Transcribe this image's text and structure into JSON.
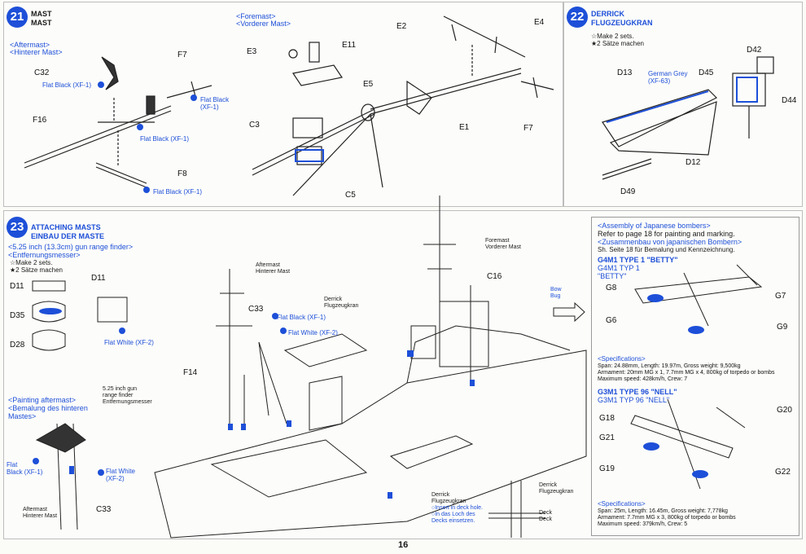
{
  "page_number": "16",
  "colors": {
    "accent": "#1d4fd8",
    "line": "#222222"
  },
  "step21": {
    "number": "21",
    "title_en": "MAST",
    "title_de": "MAST",
    "aftermast_en": "<Aftermast>",
    "aftermast_de": "<Hinterer Mast>",
    "foremast_en": "<Foremast>",
    "foremast_de": "<Vorderer Mast>",
    "parts": {
      "C32": "C32",
      "F7a": "F7",
      "F16": "F16",
      "F8": "F8",
      "E3": "E3",
      "E11": "E11",
      "E5": "E5",
      "C3": "C3",
      "C5": "C5",
      "E2": "E2",
      "E4": "E4",
      "E1": "E1",
      "F7b": "F7"
    },
    "paint_flat_black_xf1a": "Flat Black (XF-1)",
    "paint_flat_black_f1": "Flat Black\n(XF-1)",
    "paint_flat_black_xf1b": "Flat Black (XF-1)",
    "paint_flat_black_xf1c": "Flat Black (XF-1)"
  },
  "step22": {
    "number": "22",
    "title_en": "DERRICK",
    "title_de": "FLUGZEUGKRAN",
    "make2_en": "☆Make 2 sets.",
    "make2_de": "★2 Sätze machen",
    "paint_german_grey": "German Grey\n(XF-63)",
    "parts": {
      "D42": "D42",
      "D13": "D13",
      "D45": "D45",
      "D44": "D44",
      "D12": "D12",
      "D49": "D49"
    }
  },
  "step23": {
    "number": "23",
    "title_en": "ATTACHING MASTS",
    "title_de": "EINBAU DER MASTE",
    "rangefinder_en": "<5.25 inch (13.3cm) gun range finder>",
    "rangefinder_de": "<Entfernungsmesser>",
    "make2_en": "☆Make 2 sets.",
    "make2_de": "★2 Sätze machen",
    "painting_aftermast_en": "<Painting aftermast>",
    "painting_aftermast_de": "<Bemalung des hinteren\nMastes>",
    "parts": {
      "D11a": "D11",
      "D11b": "D11",
      "D35": "D35",
      "D28": "D28",
      "C33a": "C33",
      "F14": "F14",
      "C16": "C16",
      "C33b": "C33"
    },
    "flat_white_xf2a": "Flat White (XF-2)",
    "flat_black_xf1": "Flat Black (XF-1)",
    "flat_white_xf2b": "Flat White (XF-2)",
    "flat_black_kf1": "Flat\nBlack (XF-1)",
    "flat_white_xf2c": "Flat White\n(XF-2)",
    "aftermast_label": "Aftermast\nHinterer Mast",
    "aftermast_label2": "Aftermast\nHinterer Mast",
    "foremast_label": "Foremast\nVorderer Mast",
    "derrick_label": "Derrick\nFlugzeugkran",
    "rangefinder_label": "5.25 inch gun\nrange finder\nEntfernungsmesser",
    "derrick_label2": "Derrick\nFlugzeugkran",
    "insert_label": "○Insert in deck hole.\n○In das Loch des\nDecks einsetzen.",
    "derrick_label3": "Derrick\nFlugzeugkran",
    "deck_label": "Deck\nDeck",
    "bow_label": "Bow\nBug"
  },
  "bombers": {
    "header_en": "<Assembly of Japanese bombers>",
    "header_en2": "Refer to page 18 for painting and marking.",
    "header_de": "<Zusammenbau von japanischen Bombern>",
    "header_de2": "Sh. Seite 18 für Bemalung und Kennzeichnung.",
    "betty_title": "G4M1 TYPE 1 \"BETTY\"",
    "betty_title2": "G4M1 TYP 1\n\"BETTY\"",
    "betty_parts": {
      "G8": "G8",
      "G7": "G7",
      "G6": "G6",
      "G9": "G9"
    },
    "betty_spec_title": "<Specifications>",
    "betty_spec": "Span: 24.88mm, Length: 19.97m, Gross weight: 9,500kg\nArmament: 20mm MG x 1, 7.7mm MG x 4, 800kg of torpedo or bombs\nMaximum speed: 428km/h, Crew: 7",
    "nell_title": "G3M1 TYPE 96 \"NELL\"",
    "nell_title2": "G3M1 TYP 96 \"NELL\"",
    "nell_parts": {
      "G20": "G20",
      "G18": "G18",
      "G21": "G21",
      "G19": "G19",
      "G22": "G22"
    },
    "nell_spec_title": "<Specifications>",
    "nell_spec": "Span: 25m, Length: 16.45m, Gross weight: 7,778kg\nArmament: 7.7mm MG x 3, 800kg of torpedo or bombs\nMaximum speed: 379km/h, Crew: 5"
  }
}
